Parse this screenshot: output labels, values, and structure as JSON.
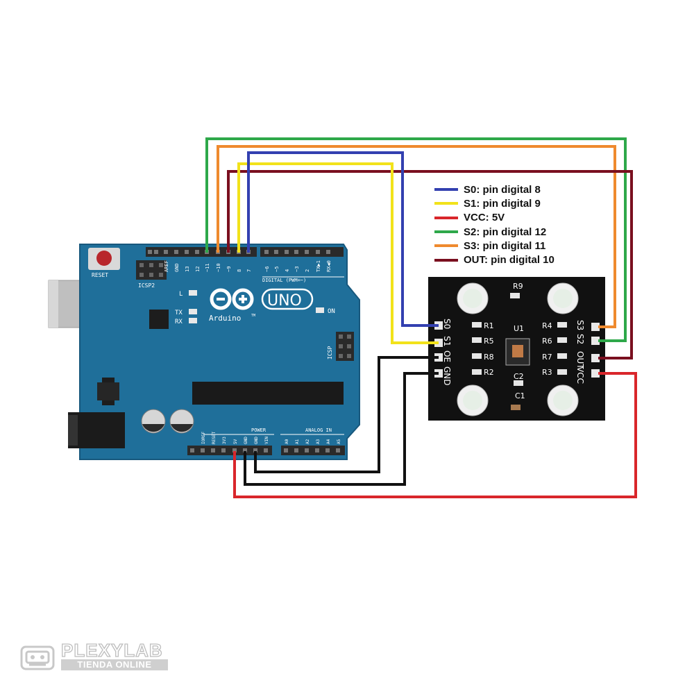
{
  "legend": [
    {
      "color": "#3340b0",
      "text": "S0: pin digital 8"
    },
    {
      "color": "#f2e21a",
      "text": "S1: pin digital 9"
    },
    {
      "color": "#d9262b",
      "text": "VCC: 5V"
    },
    {
      "color": "#2ea84a",
      "text": "S2: pin digital 12"
    },
    {
      "color": "#ef8a2e",
      "text": "S3: pin digital 11"
    },
    {
      "color": "#7a0f1f",
      "text": "OUT: pin digital 10"
    }
  ],
  "arduino": {
    "reset": "RESET",
    "icsp2": "ICSP2",
    "icsp": "ICSP",
    "digital_header": "DIGITAL (PWM=~)",
    "led_l": "L",
    "led_tx": "TX",
    "led_rx": "RX",
    "on": "ON",
    "uno": "UNO",
    "brand": "Arduino",
    "tm": "TM",
    "power": "POWER",
    "analog_in": "ANALOG IN",
    "top_pins": [
      "AREF",
      "GND",
      "13",
      "12",
      "~11",
      "~10",
      "~9",
      "8",
      "7",
      "~6",
      "~5",
      "4",
      "~3",
      "2",
      "TX▶1",
      "RX◀0"
    ],
    "power_pins": [
      "IOREF",
      "RESET",
      "3V3",
      "5V",
      "GND",
      "GND",
      "VIN"
    ],
    "analog_pins": [
      "A0",
      "A1",
      "A2",
      "A3",
      "A4",
      "A5"
    ]
  },
  "sensor": {
    "left_pins": [
      "S0",
      "S1",
      "OE",
      "GND"
    ],
    "right_pins": [
      "S3",
      "S2",
      "OUT",
      "VCC"
    ],
    "labels": {
      "r9": "R9",
      "r1": "R1",
      "r5": "R5",
      "r8": "R8",
      "r2": "R2",
      "r4": "R4",
      "r6": "R6",
      "r7": "R7",
      "r3": "R3",
      "u1": "U1",
      "c1": "C1",
      "c2": "C2"
    }
  },
  "watermark": {
    "title": "PLEXYLAB",
    "subtitle": "TIENDA ONLINE"
  },
  "colors": {
    "board": "#1f6f9a",
    "board_edge": "#18587d",
    "sensor": "#111111",
    "header": "#2a2a2a"
  }
}
